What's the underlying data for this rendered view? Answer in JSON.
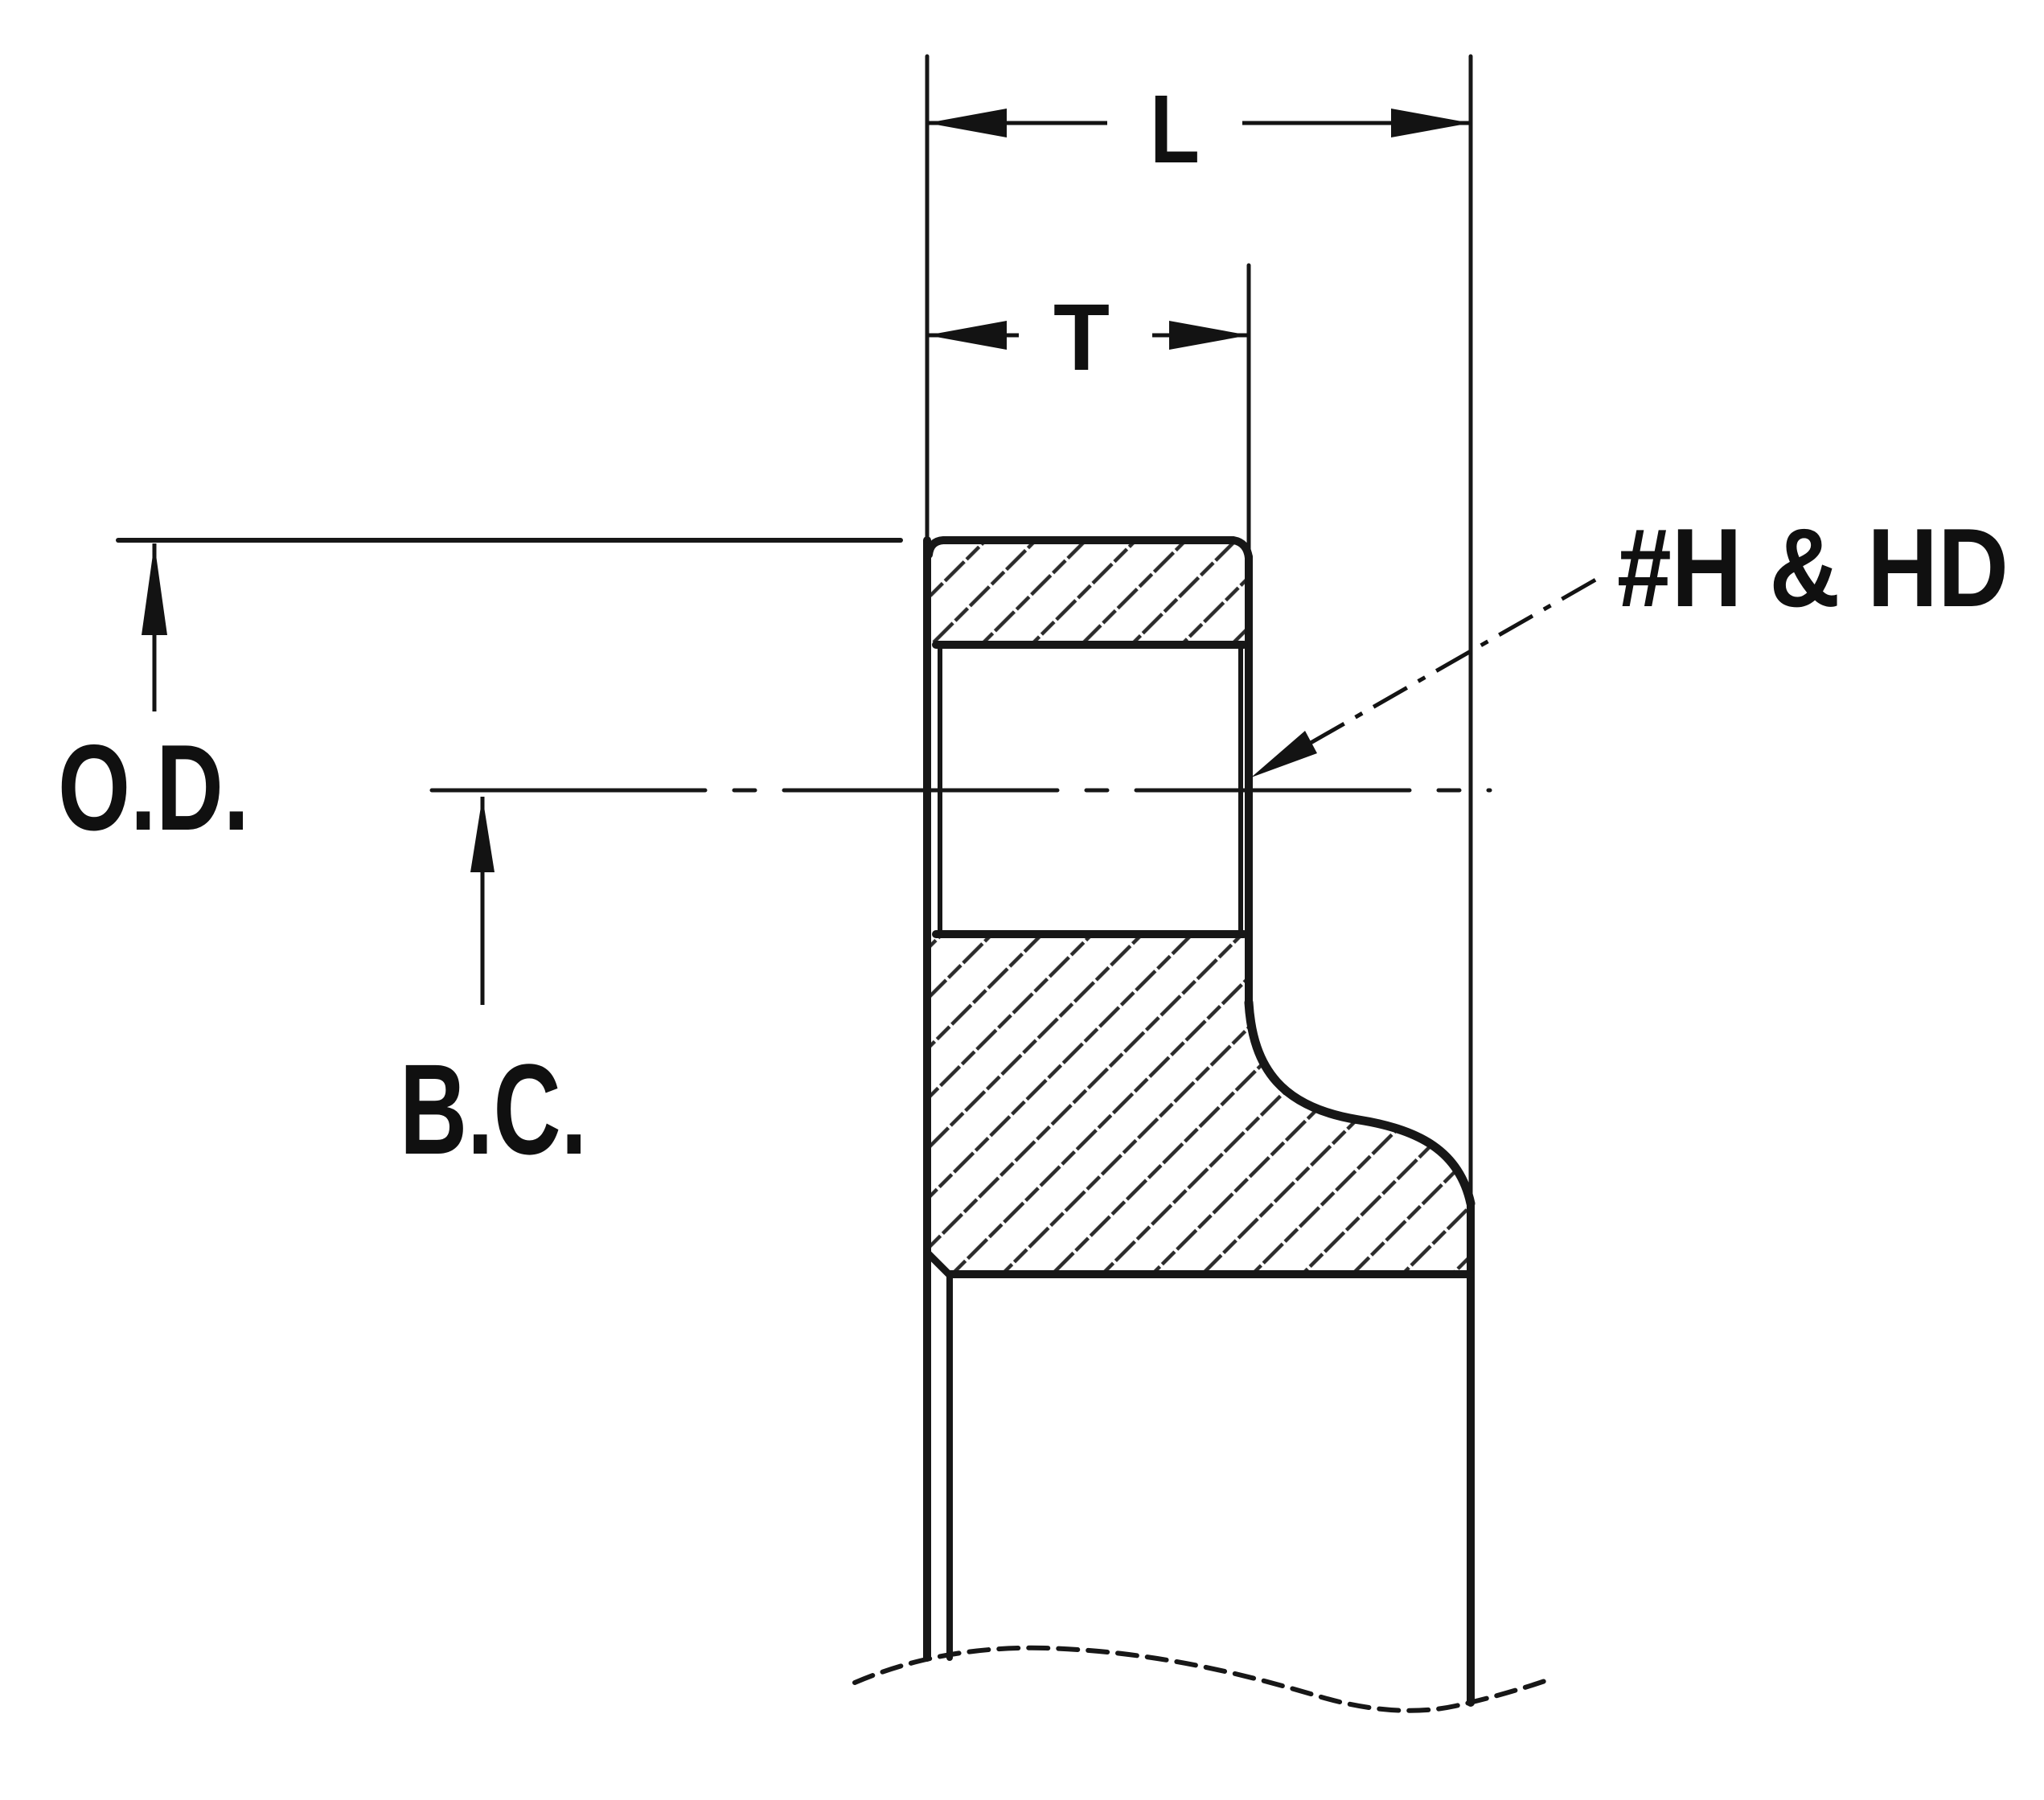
{
  "drawing": {
    "background": "#ffffff",
    "ink": "#171717",
    "labels": {
      "flange_length": "L",
      "flange_thickness": "T",
      "outside_diameter": "O.D.",
      "bolt_circle": "B.C.",
      "bolt_holes": "#H & HD"
    }
  }
}
